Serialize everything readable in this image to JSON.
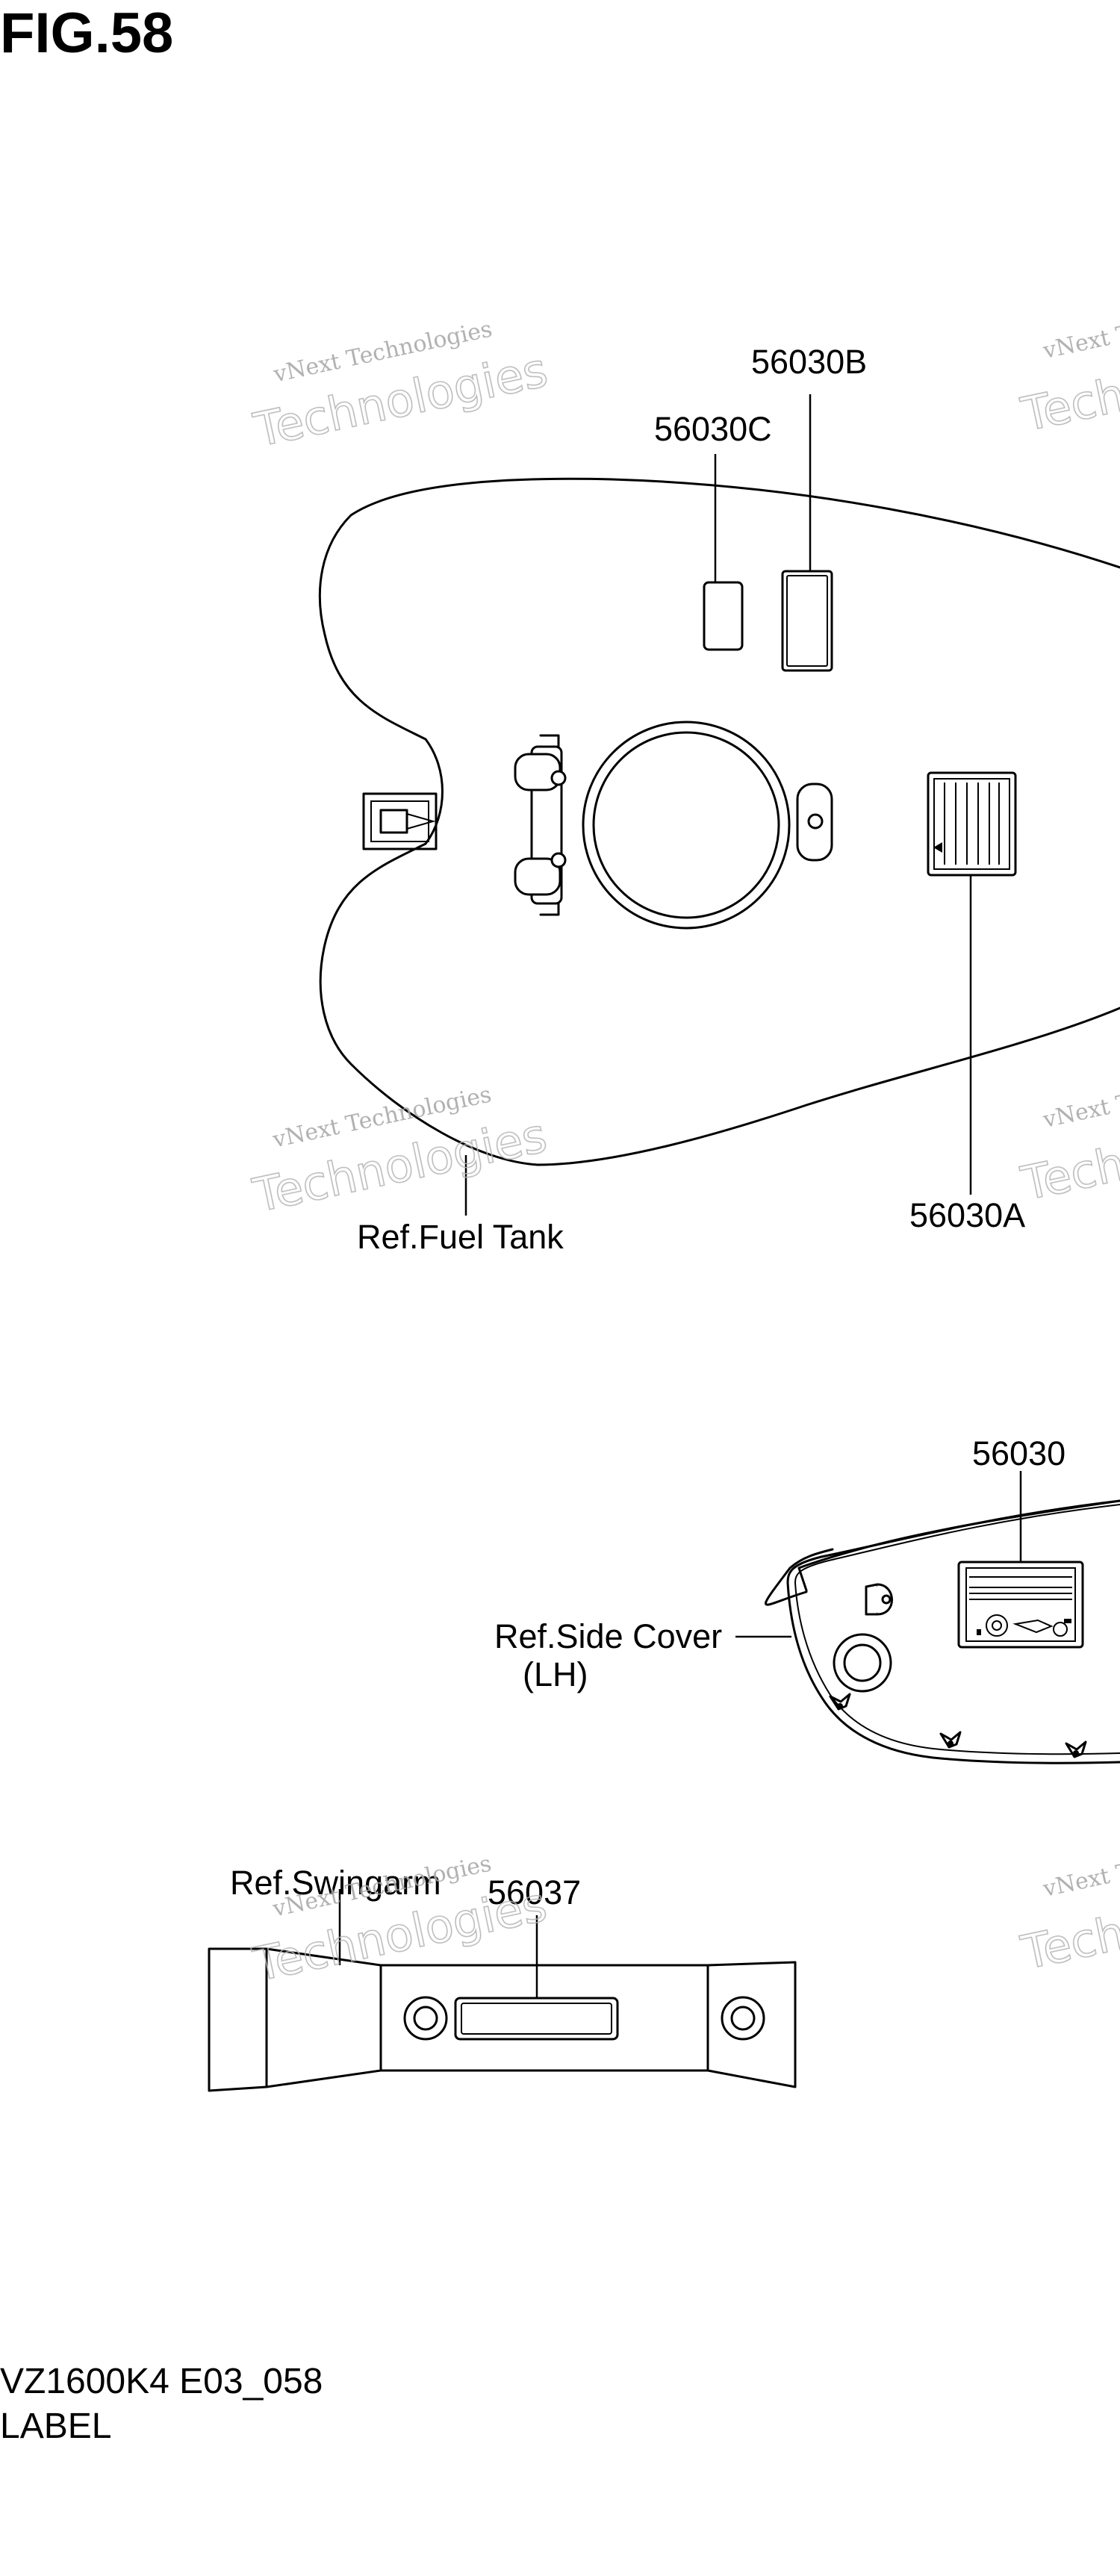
{
  "figure": {
    "title": "FIG.58",
    "model_code": "VZ1600K4 E03_058",
    "caption": "LABEL"
  },
  "watermark": {
    "line1": "vNext Technologies",
    "line2": "Technologies"
  },
  "callouts": {
    "label_56030b": "56030B",
    "label_56030c": "56030C",
    "label_56030a": "56030A",
    "ref_fuel_tank": "Ref.Fuel Tank",
    "label_56030": "56030",
    "ref_side_cover": "Ref.Side Cover",
    "ref_side_cover_side": "(LH)",
    "ref_swingarm": "Ref.Swingarm",
    "label_56037": "56037"
  }
}
